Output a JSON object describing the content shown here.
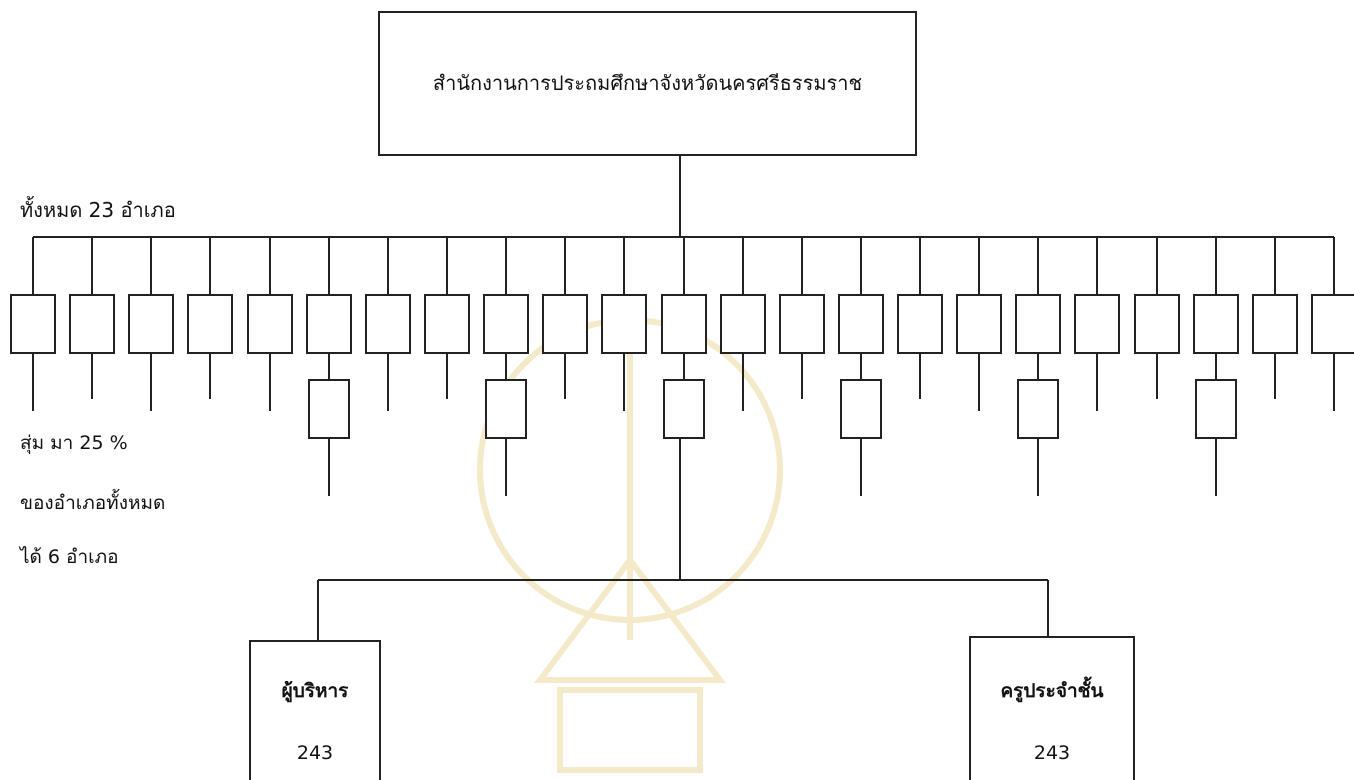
{
  "diagram": {
    "top_box": "สำนักงานการประถมศึกษาจังหวัดนครศรีธรรมราช",
    "total_label": "ทั้งหมด 23 อำเภอ",
    "district_count": 23,
    "sampled_count": 6,
    "sample_note": [
      "สุ่ม มา 25 %",
      "ของอำเภอทั้งหมด",
      "ได้ 6 อำเภอ"
    ],
    "groups": [
      {
        "title": "ผู้บริหาร",
        "count": "243"
      },
      {
        "title": "ครูประจำชั้น",
        "count": "243"
      }
    ]
  },
  "colors": {
    "line": "#222222",
    "background": "#ffffff"
  }
}
